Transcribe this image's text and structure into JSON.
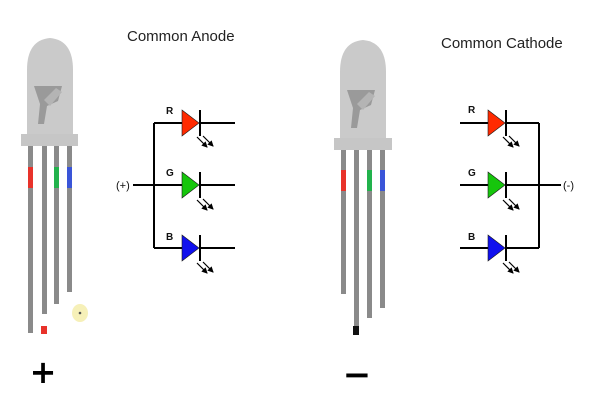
{
  "left_diagram": {
    "title": "Common Anode",
    "supply_label": "(+)",
    "polarity_sign": "+",
    "channels": [
      {
        "label": "R",
        "color": "#ff2a00"
      },
      {
        "label": "G",
        "color": "#16c60c"
      },
      {
        "label": "B",
        "color": "#1010ee"
      }
    ]
  },
  "right_diagram": {
    "title": "Common Cathode",
    "supply_label": "(-)",
    "polarity_sign": "−",
    "channels": [
      {
        "label": "R",
        "color": "#ff2a00"
      },
      {
        "label": "G",
        "color": "#16c60c"
      },
      {
        "label": "B",
        "color": "#1010ee"
      }
    ]
  },
  "colors": {
    "led_body": "#c6c6c6",
    "led_leads": "#8a8a8a",
    "wire": "#000000",
    "red_band": "#e8322a",
    "green_band": "#22b24c",
    "blue_band": "#3a55d8",
    "cursor_highlight": "#f6f0b8"
  }
}
